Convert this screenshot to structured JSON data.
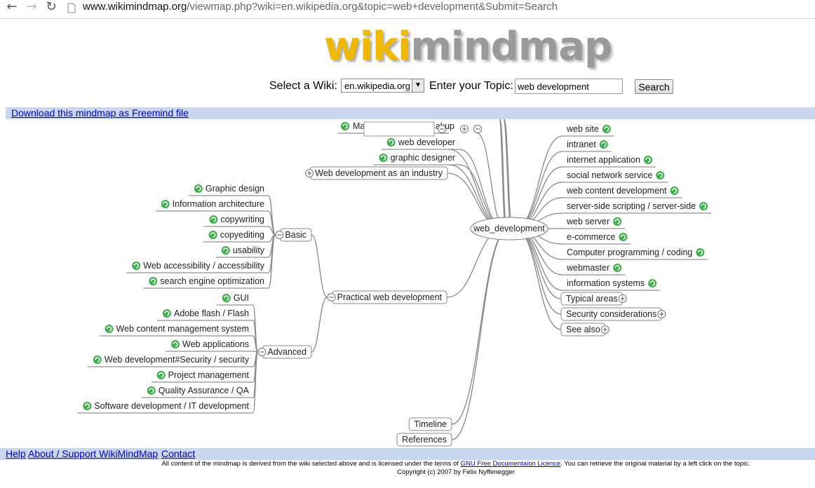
{
  "browser": {
    "url_domain": "www.wikimindmap.org",
    "url_path": "/viewmap.php?wiki=en.wikipedia.org&topic=web+development&Submit=Search",
    "back_icon": "back-arrow-icon",
    "forward_icon": "forward-arrow-icon",
    "reload_icon": "reload-icon"
  },
  "logo": {
    "part1": "wiki",
    "part2": "mindmap"
  },
  "search": {
    "wiki_label": "Select a Wiki:",
    "wiki_selected": "en.wikipedia.org",
    "topic_label": "Enter your Topic:",
    "topic_value": "web development",
    "button_label": "Search"
  },
  "download_link": "Download this mindmap as Freemind file",
  "map": {
    "center": "web_development",
    "top_partial": [
      "Ma",
      "akup"
    ],
    "top_left": [
      "web developer",
      "graphic designer",
      "Web development as an industry"
    ],
    "basic_label": "Basic",
    "basic_items": [
      "Graphic design",
      "Information architecture",
      "copywriting",
      "copyediting",
      "usability",
      "Web accessibility / accessibility",
      "search engine optimization"
    ],
    "practical_label": "Practical web development",
    "advanced_label": "Advanced",
    "advanced_items": [
      "GUI",
      "Adobe flash /  Flash",
      "Web content management system",
      "Web applications",
      "Web development#Security / security",
      "Project management",
      "Quality Assurance / QA",
      "Software development / IT development"
    ],
    "right_items": [
      "web site",
      "intranet",
      "internet application",
      "social network service",
      "web content development",
      "server-side scripting / server-side",
      "web server",
      "e-commerce",
      "Computer programming / coding",
      "webmaster",
      "information systems"
    ],
    "right_boxed": [
      "Typical areas",
      "Security considerations",
      "See also"
    ],
    "bottom": [
      "Timeline",
      "References"
    ]
  },
  "footer": {
    "help": "Help",
    "about": "About / Support WikiMindMap",
    "contact": "Contact",
    "license_before": "All content of the mindmap is derived from the wiki selected above and is licensed under the terms of ",
    "license_link": "GNU Free Documentaion Licence",
    "license_after": ". You can retrieve the original material by a left click on the topic.",
    "copyright": "Copyright (c) 2007 by Felix Nyffenegger"
  },
  "colors": {
    "logo_yellow": "#f0b800",
    "logo_gray": "#9a9a9a",
    "bar_blue": "#c9d7f0",
    "link": "#0000cc",
    "refresh_green": "#3cb04a"
  }
}
